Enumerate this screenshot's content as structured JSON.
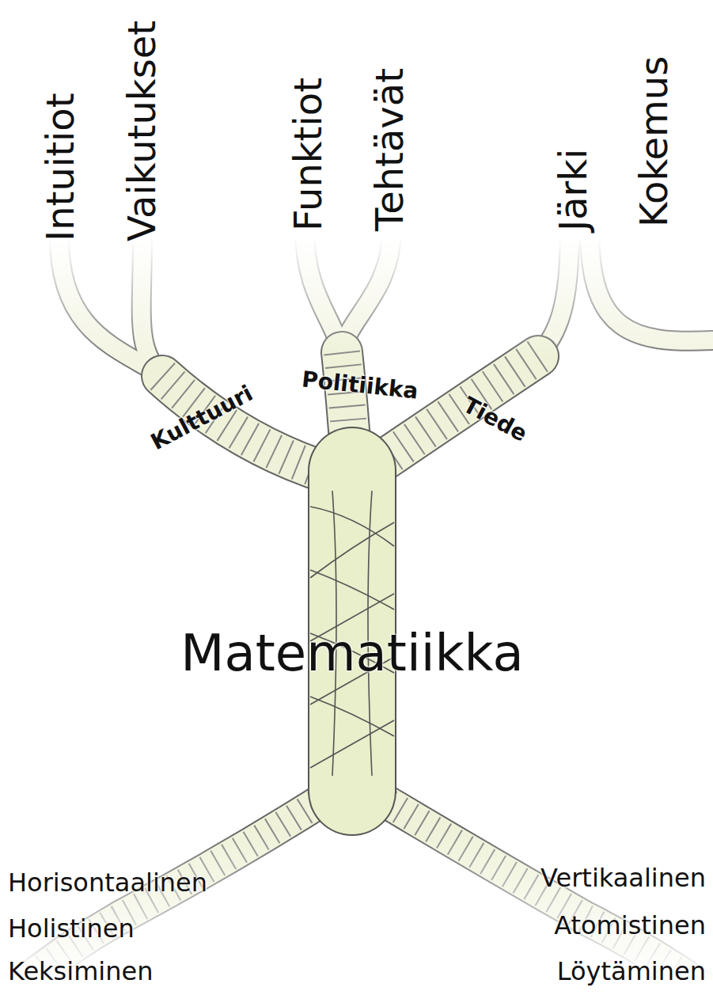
{
  "diagram": {
    "labels": [
      "Intuitiot",
      "Vaikutukset",
      "Funktiot",
      "Tehtävät",
      "Järki",
      "Kokemus",
      "Kulttuuri",
      "Politiikka",
      "Tiede",
      "Matematiikka",
      "Horisontaalinen",
      "Vertikaalinen",
      "Holistinen",
      "Atomistinen",
      "Keksiminen",
      "Löytäminen"
    ]
  }
}
